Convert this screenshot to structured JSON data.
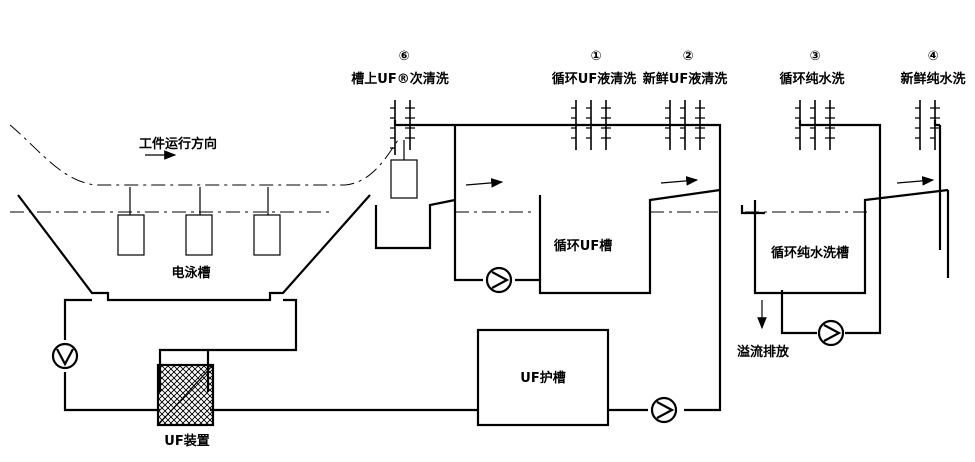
{
  "labels": {
    "stage0_number": "⑥",
    "stage0_title": "槽上UF®次清洗",
    "stage1_number": "①",
    "stage1_title": "循环UF液清洗",
    "stage2_number": "②",
    "stage2_title": "新鲜UF液清洗",
    "stage3_number": "③",
    "stage3_title": "循环纯水洗",
    "stage4_number": "④",
    "stage4_title": "新鲜纯水洗",
    "direction": "工件运行方向",
    "ep_tank": "电泳槽",
    "uf_tank": "循环UF槽",
    "water_tank": "循环纯水洗槽",
    "overflow": "溢流排放",
    "uf_filtrate_tank": "UF护槽",
    "uf_device": "UF装置"
  }
}
